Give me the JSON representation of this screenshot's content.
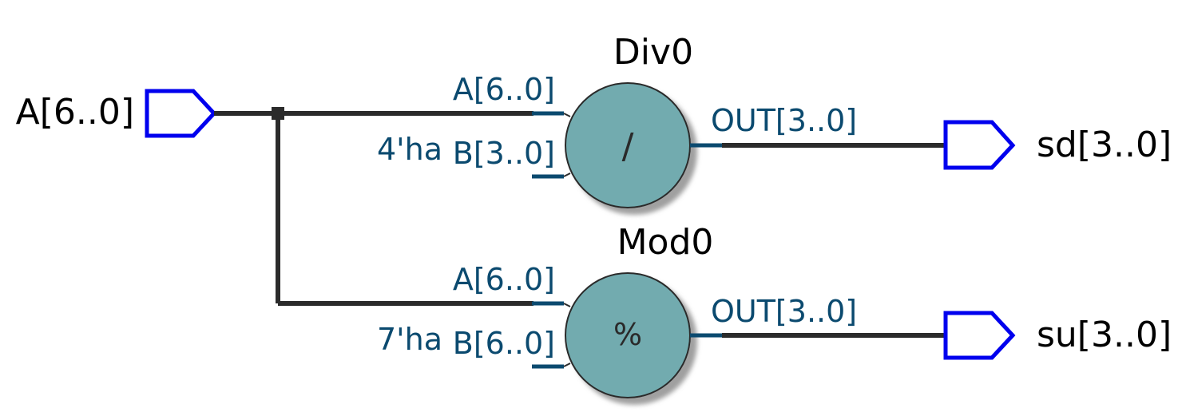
{
  "colors": {
    "wire": "#2b2b2b",
    "port_outline": "#0000ee",
    "operator_fill": "#72abaf",
    "pin_label": "#0b4a6f",
    "text": "#000000"
  },
  "input_ports": [
    {
      "label": "A[6..0]"
    }
  ],
  "output_ports": [
    {
      "label": "sd[3..0]"
    },
    {
      "label": "su[3..0]"
    }
  ],
  "operators": [
    {
      "name": "Div0",
      "symbol": "/",
      "pin_a": "A[6..0]",
      "pin_b": "B[3..0]",
      "pin_out": "OUT[3..0]",
      "constant": "4'ha"
    },
    {
      "name": "Mod0",
      "symbol": "%",
      "pin_a": "A[6..0]",
      "pin_b": "B[6..0]",
      "pin_out": "OUT[3..0]",
      "constant": "7'ha"
    }
  ]
}
